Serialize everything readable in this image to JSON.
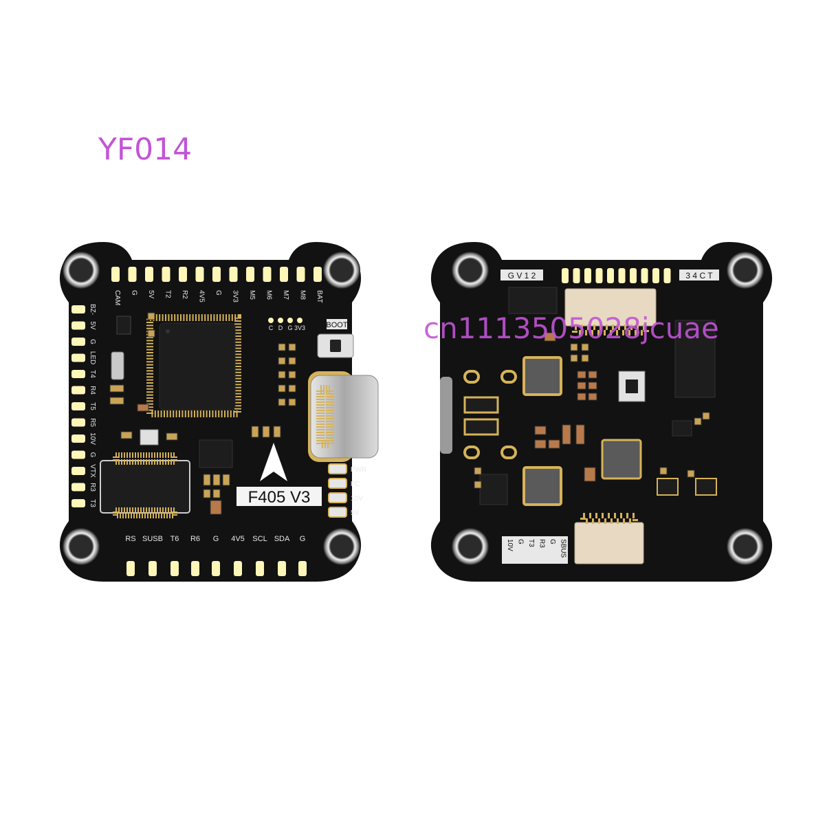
{
  "product_code": {
    "text": "YF014",
    "color": "#c154d6"
  },
  "watermark": {
    "text": "cn1113505028jcuae",
    "color": "#c154d6"
  },
  "colors": {
    "pcb": "#121212",
    "pad": "#fff6b8",
    "ring": "#d8d8d8",
    "chip": "#1d1d1d",
    "gold": "#d6b35a",
    "usb": "#c9c9c9"
  },
  "front_board": {
    "top_labels": [
      "CAM",
      "G",
      "5V",
      "T2",
      "R2",
      "4V5",
      "G",
      "3V3",
      "M5",
      "M6",
      "M7",
      "M8",
      "BAT"
    ],
    "left_labels": [
      "BZ-",
      "5V",
      "G",
      "LED",
      "T4",
      "R4",
      "T5",
      "R5",
      "10V",
      "G",
      "VTX",
      "R3",
      "T3"
    ],
    "bottom_labels": [
      "RS",
      "SUSB",
      "T6",
      "R6",
      "G",
      "4V5",
      "SCL",
      "SDA",
      "G"
    ],
    "small_pads": [
      "C",
      "D",
      "G",
      "3V3"
    ],
    "boot_label": "BOOT",
    "led_labels": [
      "PWR",
      "FC",
      "10V",
      "5V"
    ],
    "model_label": "F405 V3"
  },
  "back_board": {
    "top_left_label": "G V 1 2",
    "top_right_label": "3 4 C T",
    "bottom_labels": [
      "10V",
      "G",
      "T3",
      "R3",
      "G",
      "SBUS"
    ]
  }
}
